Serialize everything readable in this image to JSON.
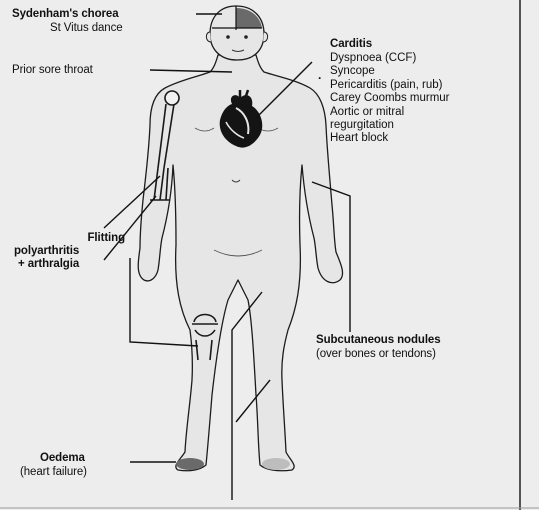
{
  "labels": {
    "chorea_title": "Sydenham's chorea",
    "chorea_sub": "St Vitus dance",
    "sore_throat": "Prior sore throat",
    "carditis_title": "Carditis",
    "carditis_items": [
      "Dyspnoea (CCF)",
      "Syncope",
      "Pericarditis (pain, rub)",
      "Carey Coombs murmur",
      "Aortic or mitral",
      "regurgitation",
      "Heart block"
    ],
    "arthritis_line1": "Flitting",
    "arthritis_line2": "polyarthritis",
    "arthritis_line3": "+ arthralgia",
    "nodules_title": "Subcutaneous nodules",
    "nodules_sub": "(over bones or tendons)",
    "oedema_title": "Oedema",
    "oedema_sub": "(heart failure)"
  },
  "colors": {
    "background": "#ededed",
    "body_fill": "#e6e6e6",
    "outline": "#1a1a1a",
    "heart": "#141414"
  }
}
